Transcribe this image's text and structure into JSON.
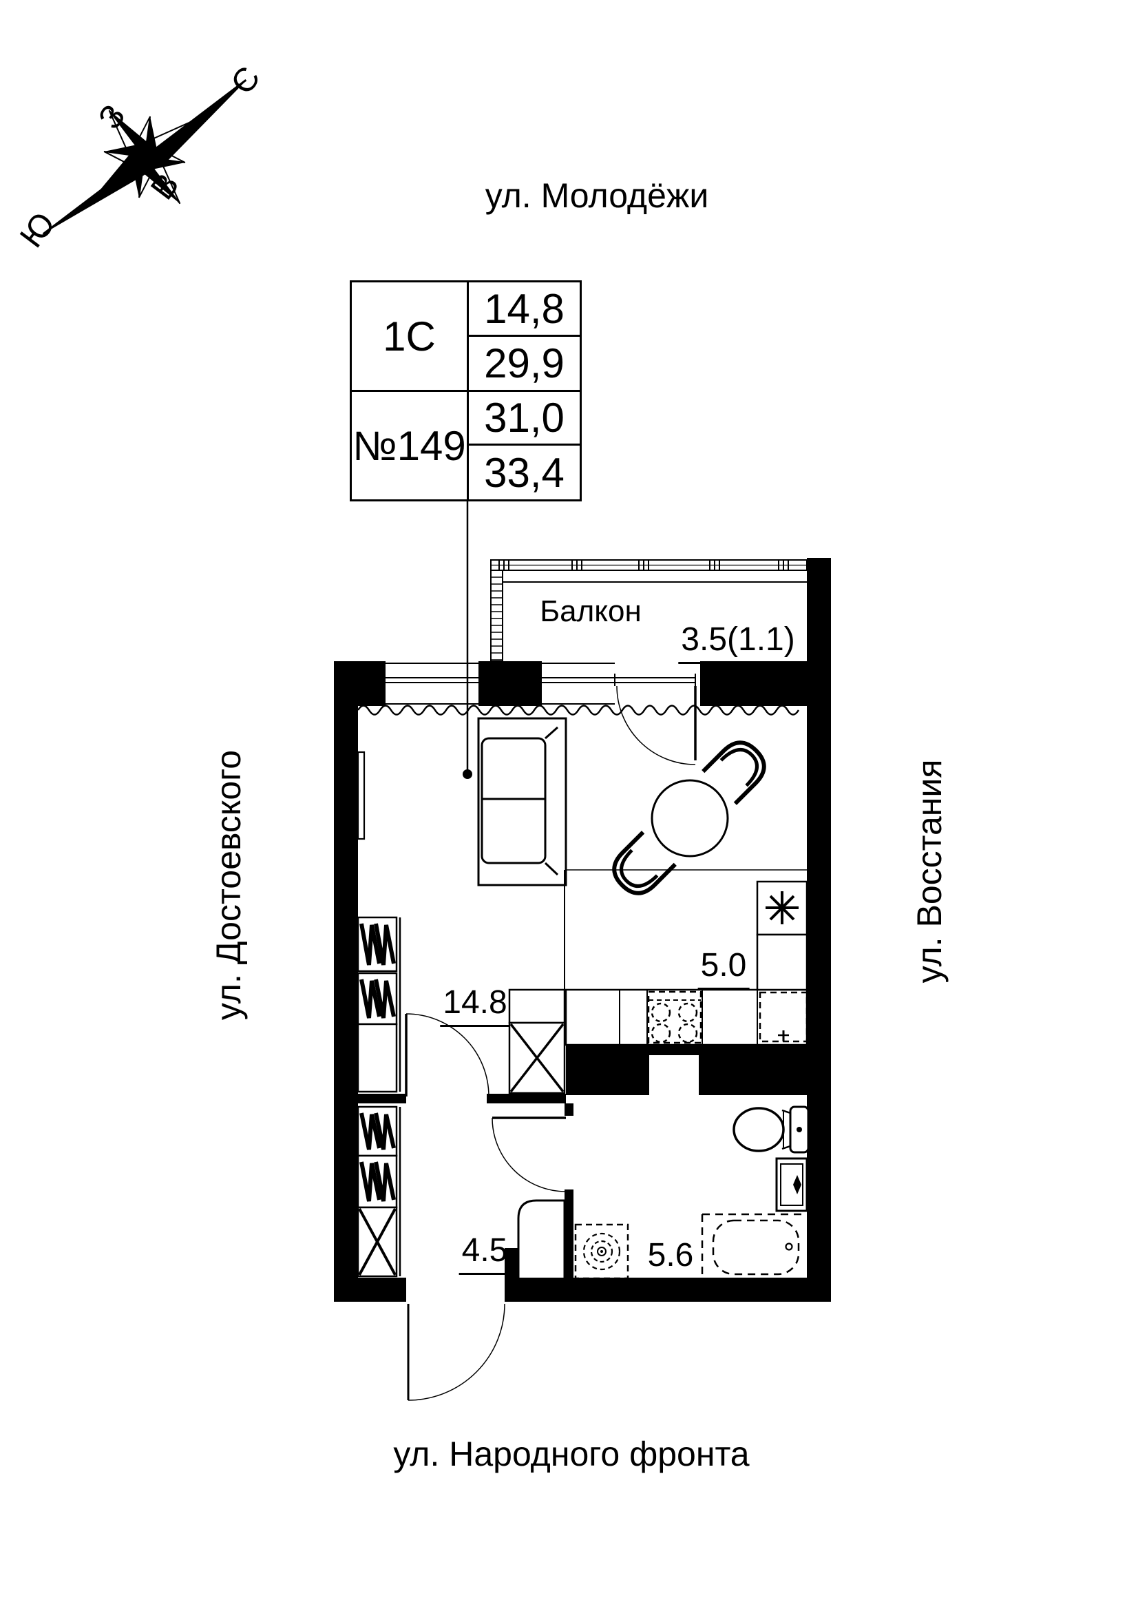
{
  "colors": {
    "ink": "#000000",
    "background": "#ffffff"
  },
  "compass": {
    "north": "С",
    "west": "З",
    "east": "В",
    "south": "Ю"
  },
  "streets": {
    "top": "ул. Молодёжи",
    "left": "ул. Достоевского",
    "right": "ул. Восстания",
    "bottom": "ул. Народного фронта"
  },
  "info_table": {
    "type_label": "1С",
    "unit_number": "№149",
    "values": [
      "14,8",
      "29,9",
      "31,0",
      "33,4"
    ]
  },
  "rooms": {
    "balcony": {
      "name": "Балкон",
      "area": "3.5(1.1)"
    },
    "living_room": {
      "area": "14.8"
    },
    "kitchen": {
      "area": "5.0"
    },
    "hall": {
      "area": "4.5"
    },
    "bathroom": {
      "area": "5.6"
    }
  },
  "icons": {
    "refrigerator": "asterisk-star",
    "bath_faucet": "four-point-diamond",
    "compass": "eight-point-rose"
  }
}
